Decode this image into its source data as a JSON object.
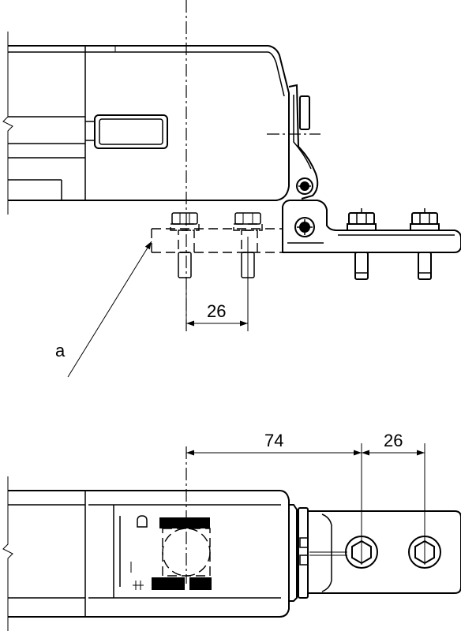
{
  "diagram": {
    "dimensions": {
      "top_spacing": "26",
      "bottom_offset": "74",
      "bottom_spacing": "26"
    },
    "callouts": {
      "a": "a"
    },
    "colors": {
      "line": "#000000",
      "background": "#ffffff"
    }
  }
}
